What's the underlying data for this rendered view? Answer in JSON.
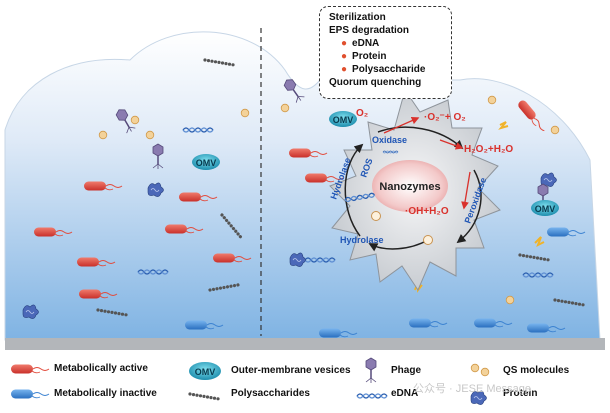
{
  "callout": {
    "line1": "Sterilization",
    "line2": "EPS degradation",
    "bullets": [
      "eDNA",
      "Protein",
      "Polysaccharide"
    ],
    "line3": "Quorum quenching"
  },
  "center": {
    "nanozyme_label": "Nanozymes",
    "oxidase": "Oxidase",
    "peroxidase": "Peroxidase",
    "hydrolase_top": "Hydrolase",
    "hydrolase_bottom": "Hydrolase",
    "ros": "ROS",
    "o2": "O₂",
    "superoxide": "·O₂⁻+ O₂",
    "h2o2": "H₂O₂+H₂O",
    "oh": "·OH+H₂O"
  },
  "omv_label": "OMV",
  "legend": {
    "active": "Metabolically active",
    "inactive": "Metabolically inactive",
    "omv": "Outer-membrane vesices",
    "polysaccharides": "Polysaccharides",
    "phage": "Phage",
    "edna": "eDNA",
    "qs": "QS molecules",
    "protein": "Protein"
  },
  "watermark": "公众号 · JESE Message",
  "colors": {
    "biofilm_top": "#ffffff",
    "biofilm_bottom": "#7fb3e3",
    "active_bacteria": "#e24a3b",
    "inactive_bacteria": "#3b82d1",
    "nanozyme_body": "#cfd3d8",
    "arrow_red": "#d9312c",
    "text_blue": "#1f55b5",
    "qs_fill": "#f3d29a",
    "ground": "#b3b6ba"
  }
}
